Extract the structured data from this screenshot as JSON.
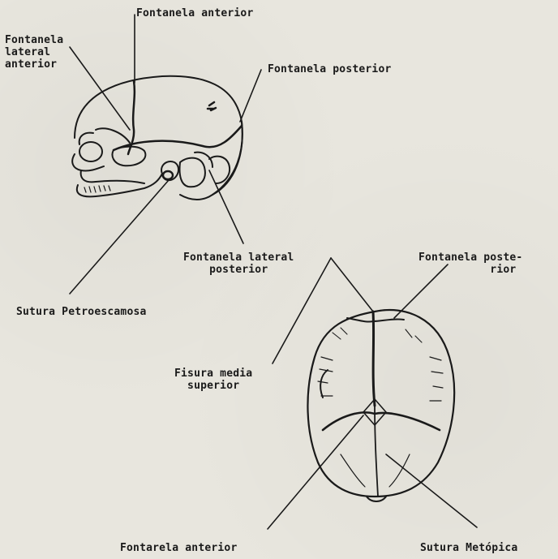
{
  "labels": {
    "fontanela_anterior_top": "Fontanela anterior",
    "fontanela_lateral_anterior": "Fontanela\nlateral\nanterior",
    "fontanela_posterior_lateral_view": "Fontanela posterior",
    "fontanela_lateral_posterior": "Fontanela lateral\n    posterior",
    "fontanela_posterior_top_view": "Fontanela poste-\n           rior",
    "sutura_petroescamosa": "Sutura Petroescamosa",
    "fisura_media_superior": "Fisura media\n  superior",
    "fontanela_anterior_bottom": "Fontarela anterior",
    "sutura_metopica": "Sutura Metópica"
  },
  "colors": {
    "ink": "#1a1a1a",
    "paper": "#e8e6de"
  }
}
